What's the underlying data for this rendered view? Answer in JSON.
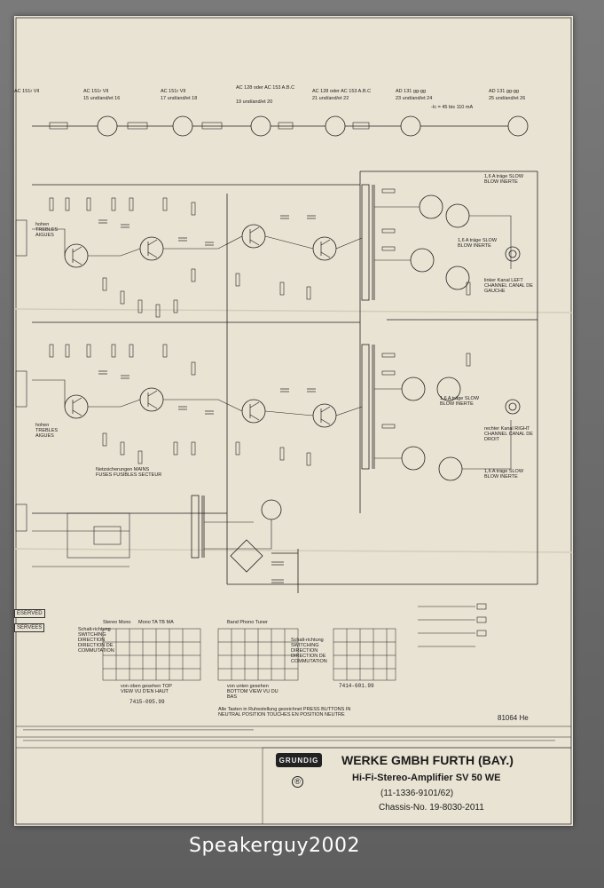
{
  "header_labels": [
    "AC 151r VII",
    "AC 151r VII",
    "AC 151r VII",
    "AC 128 oder AC 153 A.B.C",
    "AC 128 oder AC 153 A.B.C",
    "AD 131 gg-gg",
    "AD 131 gg-gg"
  ],
  "header_sublabels": [
    "15 und/and/et 16",
    "17 und/and/et 18",
    "19 und/and/et 20",
    "21 und/and/et 22",
    "23 und/and/et 24",
    "25 und/and/et 26"
  ],
  "header_note": "-Ic = 45 bis 110 mA",
  "channel_labels": {
    "left": "linker Kanal LEFT CHANNEL CANAL DE GAUCHE",
    "right": "rechter Kanal RIGHT CHANNEL CANAL DE DROIT"
  },
  "fuse_labels": [
    "1,6 A träge SLOW BLOW INERTE",
    "1,6 A träge SLOW BLOW INERTE",
    "1,6 A träge SLOW BLOW INERTE",
    "1,6 A träge SLOW BLOW INERTE"
  ],
  "side_labels": [
    "hohen TREBLES AIGUES",
    "hohen TREBLES AIGUES"
  ],
  "left_tags": [
    "ESERVED",
    "SERVEES"
  ],
  "notes": {
    "fuses": "Netzsicherungen MAINS FUSES FUSIBLES SECTEUR",
    "switch_note": "Alle Tasten in Ruhestellung gezeichnet PRESS BUTTONS IN NEUTRAL POSITION TOUCHES EN POSITION NEUTRE",
    "switching": "Schalt-richtung SWITCHING DIRECTION DIRECTION DE COMMUTATION",
    "bottom_view": "von unten gesehen BOTTOM VIEW VU DU BAS",
    "top_view": "von oben gesehen TOP VIEW VU D'EN HAUT",
    "stereo_mono": "Stereo Mono",
    "mono_tuner": "Mono TA TB MA",
    "phono": "Band Phono Tuner"
  },
  "part_numbers": {
    "a": "7415-095.99",
    "b": "7414-601.99"
  },
  "title_block": {
    "logo": "GRUNDIG",
    "company": "WERKE GMBH FURTH (BAY.)",
    "model": "Hi-Fi-Stereo-Amplifier SV 50 WE",
    "part": "(11-1336-9101/62)",
    "chassis": "Chassis-No. 19-8030-2011",
    "doc": "81064 He"
  },
  "watermark": "Speakerguy2002",
  "colors": {
    "paper": "#e9e3d3",
    "ink": "#222222",
    "background": "#6b6b6b"
  }
}
